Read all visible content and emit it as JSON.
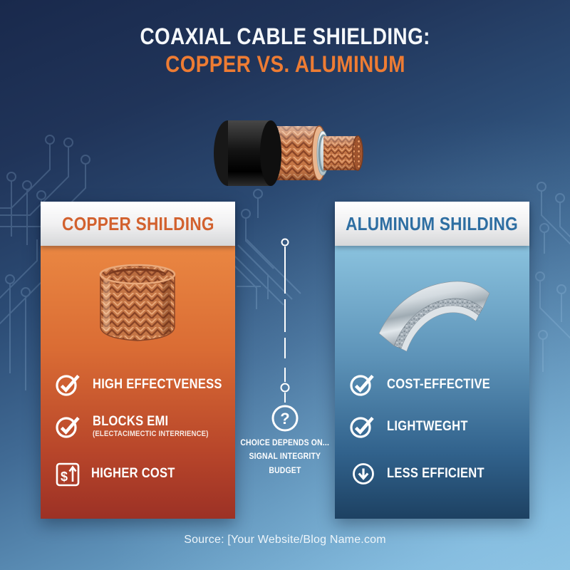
{
  "title": {
    "line1": "COAXIAL CABLE SHIELDING:",
    "line2": "COPPER VS. ALUMINUM"
  },
  "hero": {
    "image": "coaxial-cable-cutaway"
  },
  "copper_card": {
    "header": "COPPER SHILDING",
    "image": "copper-braid-mesh",
    "items": [
      {
        "icon": "check-circle-icon",
        "label": "HIGH EFFECTVENESS"
      },
      {
        "icon": "check-circle-icon",
        "label": "BLOCKS EMI",
        "sublabel": "(ELECTACIMECTIC INTERRIENCE)"
      },
      {
        "icon": "dollar-cost-icon",
        "icon_glyph": "$",
        "label": "HIGHER COST"
      }
    ],
    "colors": {
      "accent": "#d2612e",
      "body_top": "#ea8742",
      "body_bottom": "#9c3125"
    }
  },
  "aluminum_card": {
    "header": "ALUMINUM SHILDING",
    "image": "aluminum-foil-shield",
    "items": [
      {
        "icon": "check-circle-icon",
        "label": "COST-EFFECTIVE"
      },
      {
        "icon": "check-circle-icon",
        "label": "LIGHTWEGHT"
      },
      {
        "icon": "arrow-down-circle-icon",
        "label": "LESS EFFICIENT"
      }
    ],
    "colors": {
      "accent": "#2e6ea2",
      "body_top": "#8ac2de",
      "body_bottom": "#1d4162"
    }
  },
  "divider": {
    "icon": "question-circle-icon",
    "icon_glyph": "?",
    "line1": "CHOICE DEPENDS ON...",
    "line2": "SIGNAL INTEGRITY",
    "line3": "BUDGET"
  },
  "footer": {
    "source": "Source: [Your Website/Blog Name.com"
  }
}
